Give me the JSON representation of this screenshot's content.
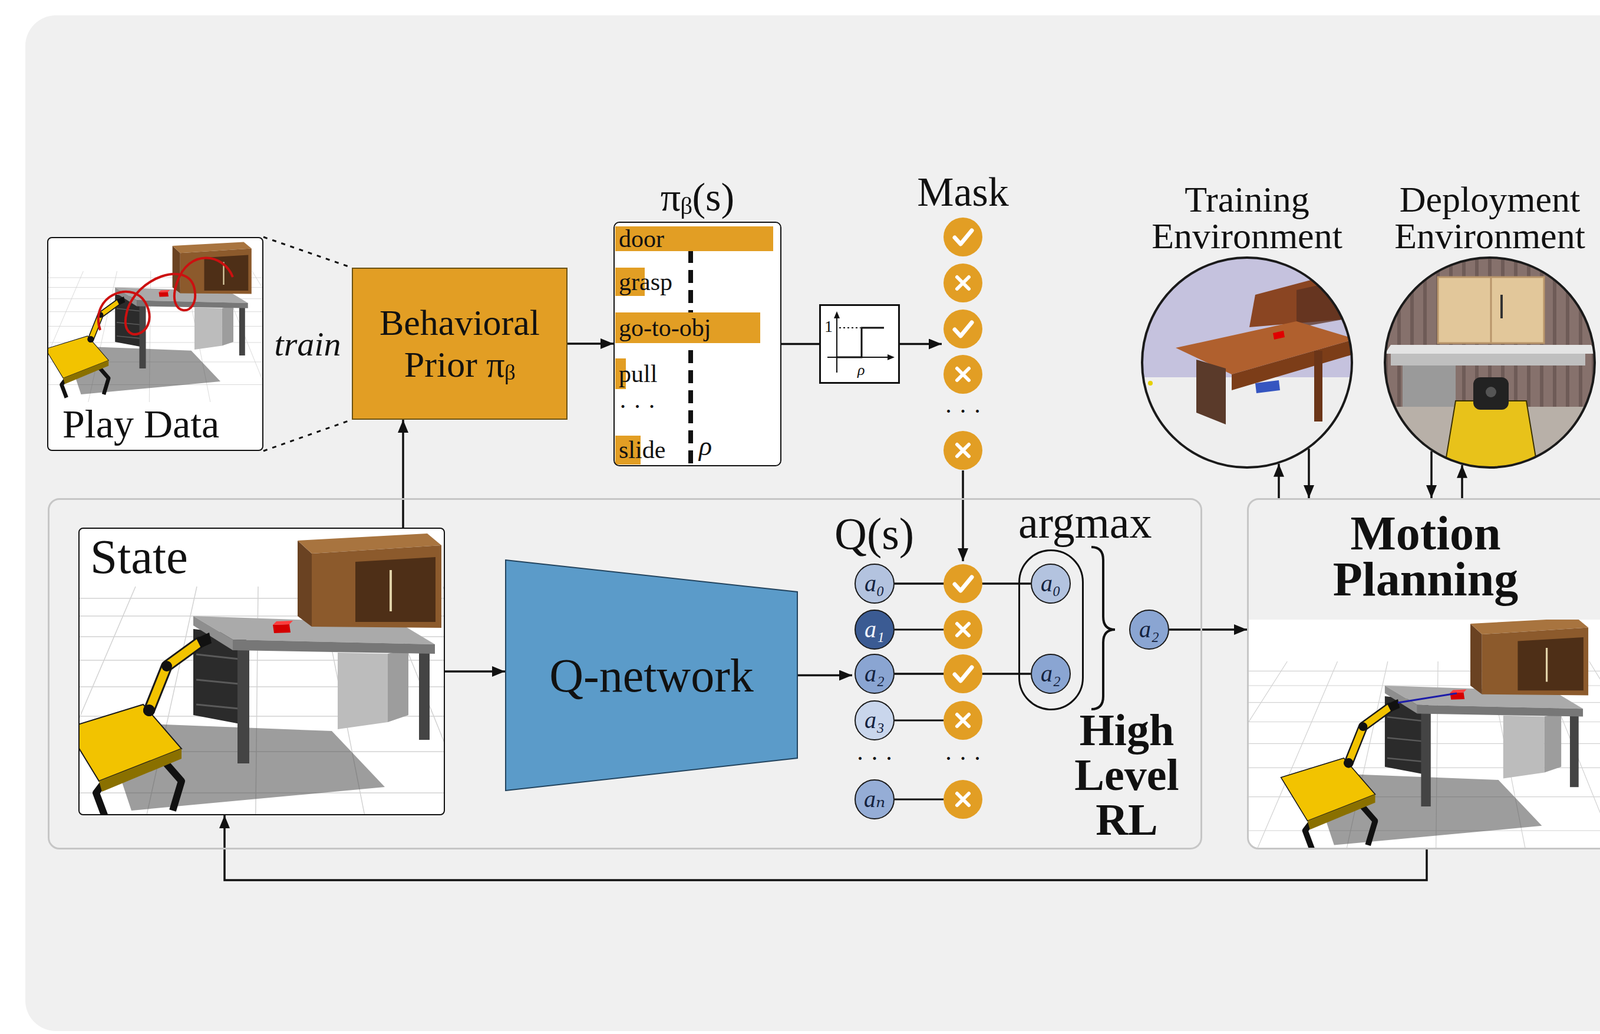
{
  "diagram": {
    "nodes": [
      {
        "text": [
          "Play Data"
        ]
      },
      {
        "text": [
          "Behavioral Prior πᵦ"
        ]
      },
      {
        "text": [
          "πᵦ(s)"
        ]
      },
      {
        "text": [
          "1",
          "ρ"
        ]
      },
      {
        "text": [
          "Mask"
        ]
      },
      {
        "text": [
          "Training Environment"
        ]
      },
      {
        "text": [
          "Deployment Environment"
        ]
      },
      {
        "text": [
          "High Level RL"
        ]
      },
      {
        "text": [
          "State"
        ],
        "in": 7
      },
      {
        "text": [
          "Q-network"
        ],
        "in": 7
      },
      {
        "text": [
          "Q(s)"
        ],
        "in": 7
      },
      {
        "text": [
          "a₀"
        ],
        "in": 10
      },
      {
        "text": [
          "a₁"
        ],
        "in": 10
      },
      {
        "text": [
          "a₂"
        ],
        "in": 10
      },
      {
        "text": [
          "a₃"
        ],
        "in": 10
      },
      {
        "text": [
          "aₙ"
        ],
        "in": 10
      },
      {
        "text": [
          "argmax"
        ],
        "in": 7
      },
      {
        "text": [
          "a₀"
        ],
        "in": 16
      },
      {
        "text": [
          "a₂"
        ],
        "in": 16
      },
      {
        "text": [
          "a₂"
        ],
        "in": 7
      },
      {
        "text": [
          "Motion Planning"
        ]
      }
    ],
    "edges": [
      {
        "from": 0,
        "to": 1,
        "arrow": "none",
        "label": "train"
      },
      {
        "from": 8,
        "to": 1,
        "arrow": "to"
      },
      {
        "from": 1,
        "to": 2,
        "arrow": "to"
      },
      {
        "from": 2,
        "to": 3,
        "arrow": "none"
      },
      {
        "from": 3,
        "to": 4,
        "arrow": "to"
      },
      {
        "from": 4,
        "to": 10,
        "arrow": "to"
      },
      {
        "from": 8,
        "to": 9,
        "arrow": "to"
      },
      {
        "from": 9,
        "to": 10,
        "arrow": "to"
      },
      {
        "from": 11,
        "to": 17,
        "arrow": "none"
      },
      {
        "from": 13,
        "to": 18,
        "arrow": "none"
      },
      {
        "from": 19,
        "to": 20,
        "arrow": "to"
      },
      {
        "from": 20,
        "to": 8,
        "arrow": "to"
      },
      {
        "from": 20,
        "to": 5,
        "arrow": "to"
      },
      {
        "from": 5,
        "to": 20,
        "arrow": "to"
      },
      {
        "from": 6,
        "to": 20,
        "arrow": "to"
      },
      {
        "from": 20,
        "to": 6,
        "arrow": "to"
      }
    ],
    "labels": [
      "door",
      "grasp",
      "go-to-obj",
      "pull",
      "· · ·",
      "slide",
      "ρ",
      "· · ·",
      "· · ·",
      "· · ·"
    ]
  }
}
